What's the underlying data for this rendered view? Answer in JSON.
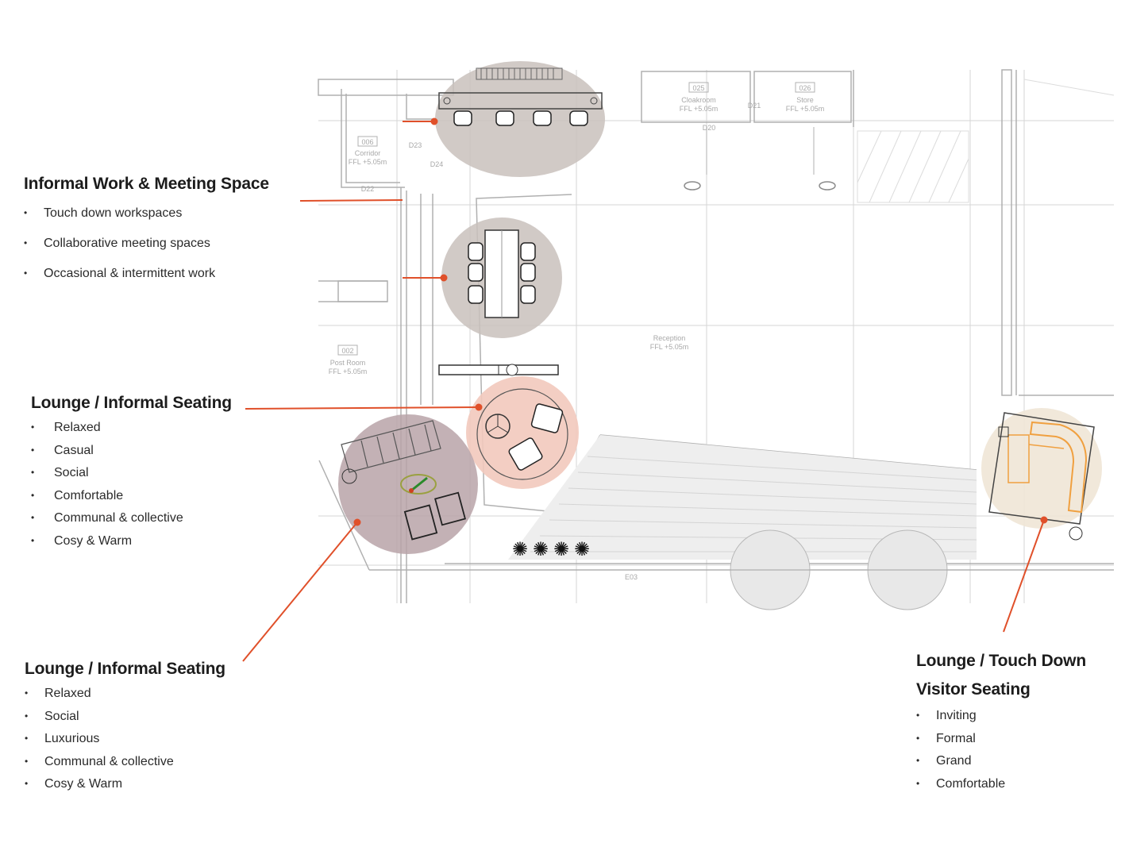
{
  "annotations": {
    "informal_work": {
      "title": "Informal Work & Meeting Space",
      "items": [
        "Touch down workspaces",
        "Collaborative meeting spaces",
        "Occasional & intermittent work"
      ]
    },
    "lounge_upper": {
      "title": "Lounge / Informal Seating",
      "items": [
        "Relaxed",
        "Casual",
        "Social",
        "Comfortable",
        "Communal & collective",
        "Cosy & Warm"
      ]
    },
    "lounge_lower": {
      "title": "Lounge / Informal Seating",
      "items": [
        "Relaxed",
        "Social",
        "Luxurious",
        "Communal & collective",
        "Cosy & Warm"
      ]
    },
    "visitor": {
      "title_line1": "Lounge / Touch Down",
      "title_line2": "Visitor Seating",
      "items": [
        "Inviting",
        "Formal",
        "Grand",
        "Comfortable"
      ]
    }
  },
  "plan_labels": {
    "corridor": {
      "num": "006",
      "name": "Corridor",
      "ffl": "FFL +5.05m"
    },
    "cloakroom": {
      "num": "025",
      "name": "Cloakroom",
      "ffl": "FFL +5.05m"
    },
    "store": {
      "num": "026",
      "name": "Store",
      "ffl": "FFL +5.05m"
    },
    "post_room": {
      "num": "002",
      "name": "Post Room",
      "ffl": "FFL +5.05m"
    },
    "reception": {
      "name": "Reception",
      "ffl": "FFL +5.05m"
    },
    "door_tags": [
      "D23",
      "D24",
      "D21",
      "D22",
      "D20",
      "E03"
    ]
  },
  "colors": {
    "leader": "#e0502a",
    "zone_grey": "#c9c1bc",
    "zone_pink": "#f2c9bd",
    "zone_mauve": "#b8a3a8",
    "zone_beige": "#efe6d6",
    "sofa_orange": "#f0a040",
    "linework": "#b5b5b5"
  }
}
